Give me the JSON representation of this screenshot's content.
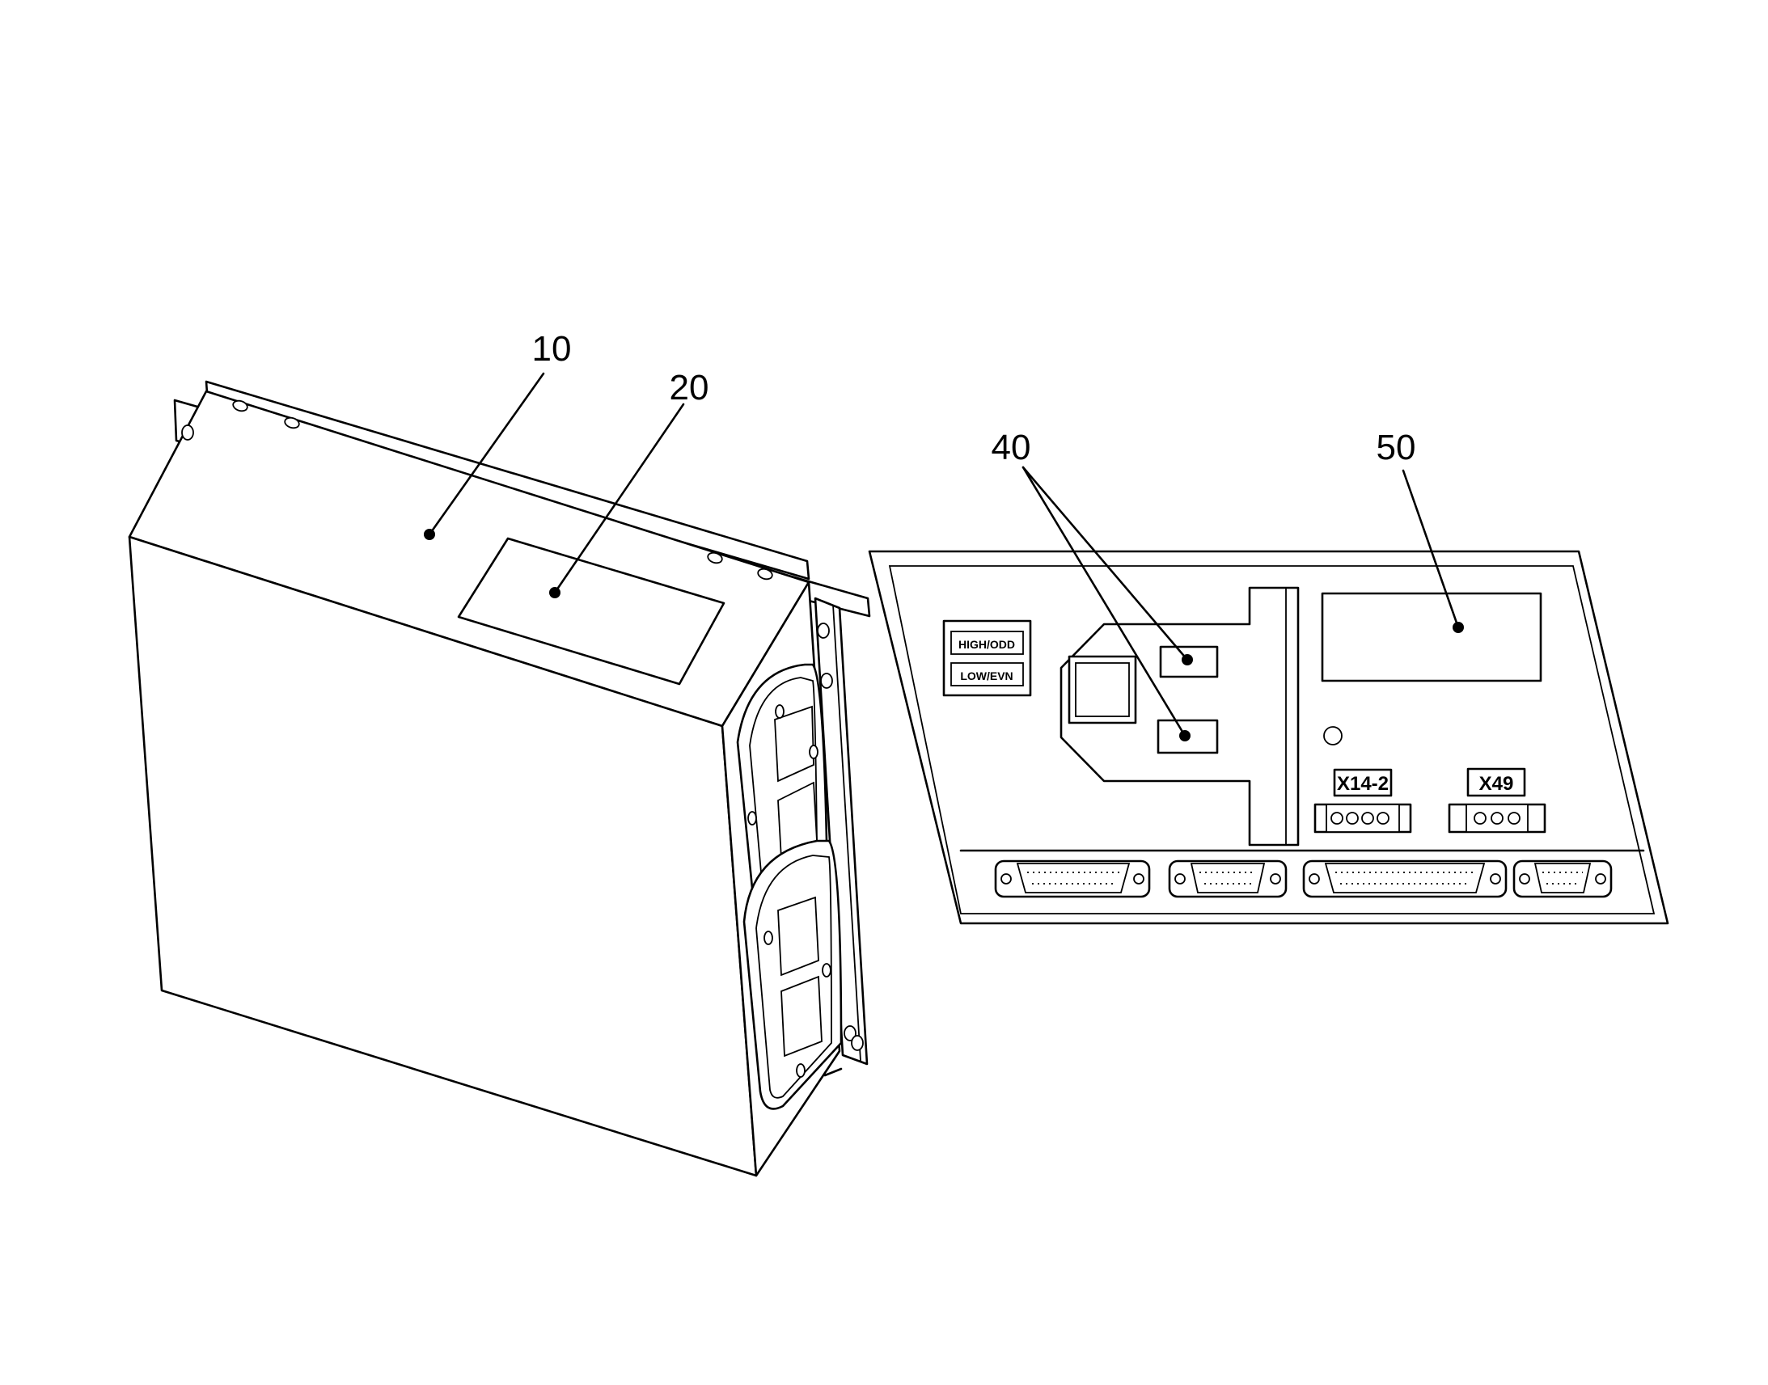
{
  "figure": {
    "reference_numerals": {
      "housing": "10",
      "housing_label_area": "20",
      "memory_chips": "40",
      "board_label_area": "50"
    },
    "board_silkscreen": {
      "high_odd": "HIGH/ODD",
      "low_even": "LOW/EVN",
      "connector_a": "X14-2",
      "connector_b": "X49"
    }
  }
}
